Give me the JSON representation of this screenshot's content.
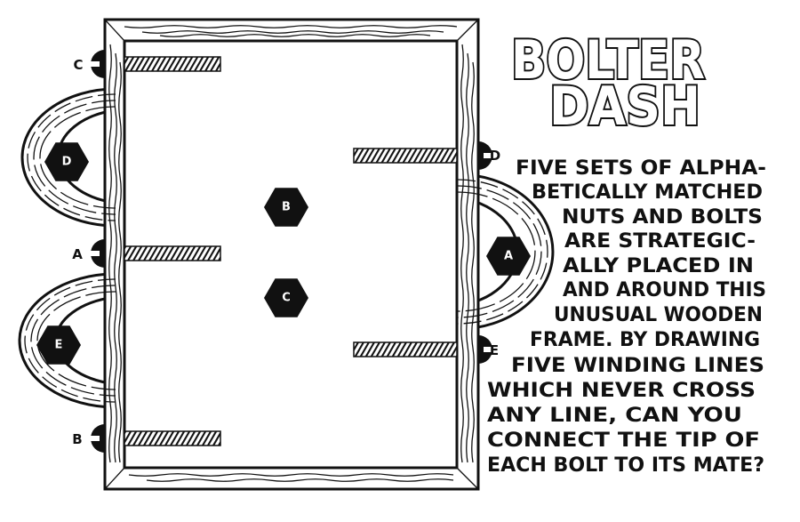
{
  "title": {
    "line1": "BOLTER",
    "line2": "DASH"
  },
  "description": [
    "FIVE SETS OF ALPHA-",
    "BETICALLY MATCHED",
    "NUTS AND BOLTS",
    "ARE STRATEGIC-",
    "ALLY PLACED IN",
    "AND AROUND THIS",
    "UNUSUAL WOODEN",
    "FRAME. BY DRAWING",
    "FIVE WINDING LINES",
    "WHICH NEVER CROSS",
    "ANY LINE, CAN YOU",
    "CONNECT THE TIP OF",
    "EACH BOLT TO ITS MATE?"
  ],
  "bolts": [
    {
      "label": "C",
      "side": "left"
    },
    {
      "label": "A",
      "side": "left"
    },
    {
      "label": "B",
      "side": "left"
    },
    {
      "label": "D",
      "side": "right"
    },
    {
      "label": "E",
      "side": "right"
    }
  ],
  "nuts": [
    {
      "label": "D"
    },
    {
      "label": "B"
    },
    {
      "label": "C"
    },
    {
      "label": "E"
    },
    {
      "label": "A"
    }
  ],
  "colors": {
    "ink": "#111111",
    "paper": "#ffffff"
  }
}
